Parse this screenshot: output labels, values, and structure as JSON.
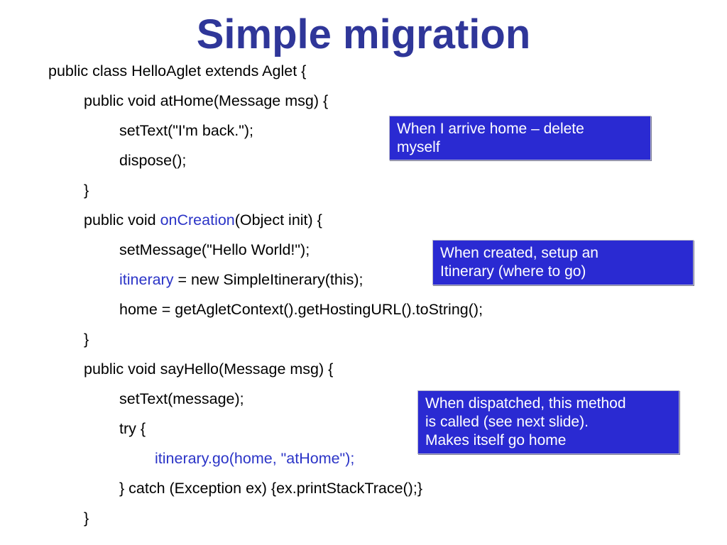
{
  "slide": {
    "title": "Simple migration",
    "code_lines": [
      {
        "indent": 0,
        "parts": [
          {
            "text": "public class HelloAglet extends Aglet {"
          }
        ]
      },
      {
        "indent": 1,
        "parts": [
          {
            "text": "public void atHome(Message msg) {"
          }
        ]
      },
      {
        "indent": 2,
        "parts": [
          {
            "text": "setText(\"I'm back.\");"
          }
        ]
      },
      {
        "indent": 2,
        "parts": [
          {
            "text": "dispose();"
          }
        ]
      },
      {
        "indent": 1,
        "parts": [
          {
            "text": "}"
          }
        ]
      },
      {
        "indent": 1,
        "parts": [
          {
            "text": "public void "
          },
          {
            "text": "onCreation",
            "highlight": true
          },
          {
            "text": "(Object init) {"
          }
        ]
      },
      {
        "indent": 2,
        "parts": [
          {
            "text": "setMessage(\"Hello World!\");"
          }
        ]
      },
      {
        "indent": 2,
        "parts": [
          {
            "text": "itinerary",
            "highlight": true
          },
          {
            "text": " = new SimpleItinerary(this);"
          }
        ]
      },
      {
        "indent": 2,
        "parts": [
          {
            "text": "home = getAgletContext().getHostingURL().toString();"
          }
        ]
      },
      {
        "indent": 1,
        "parts": [
          {
            "text": "}"
          }
        ]
      },
      {
        "indent": 1,
        "parts": [
          {
            "text": "public void sayHello(Message msg) {"
          }
        ]
      },
      {
        "indent": 2,
        "parts": [
          {
            "text": "setText(message);"
          }
        ]
      },
      {
        "indent": 2,
        "parts": [
          {
            "text": "try {"
          }
        ]
      },
      {
        "indent": 3,
        "parts": [
          {
            "text": "itinerary.go(home, \"atHome\");",
            "highlight": true
          }
        ]
      },
      {
        "indent": 2,
        "parts": [
          {
            "text": "} catch (Exception ex) {ex.printStackTrace();}"
          }
        ]
      },
      {
        "indent": 1,
        "parts": [
          {
            "text": "}"
          }
        ]
      }
    ],
    "callouts": [
      {
        "name": "callout-delete-myself",
        "lines": [
          "When I arrive home – delete",
          "myself"
        ]
      },
      {
        "name": "callout-setup-itinerary",
        "lines": [
          "When created, setup an",
          "Itinerary (where to go)"
        ]
      },
      {
        "name": "callout-dispatched",
        "lines": [
          "When dispatched, this method",
          "is called (see next slide).",
          "Makes itself go home"
        ]
      }
    ]
  },
  "colors": {
    "title": "#2f3699",
    "code_highlight": "#2b34c7",
    "callout_background": "#2a2ad2",
    "callout_text": "#ffffff"
  }
}
